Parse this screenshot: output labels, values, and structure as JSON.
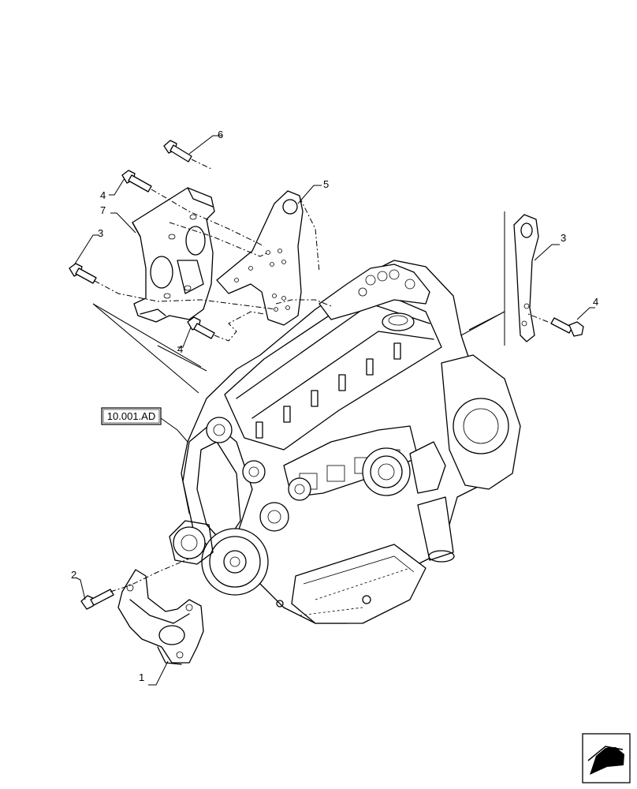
{
  "callouts": {
    "c1": "1",
    "c2": "2",
    "c3_left": "3",
    "c3_right": "3",
    "c4_top": "4",
    "c4_mid": "4",
    "c4_right": "4",
    "c5": "5",
    "c6": "6",
    "c7": "7"
  },
  "reference_label": "10.001.AD",
  "icons": {
    "nav_arrow": "arrow-icon"
  }
}
